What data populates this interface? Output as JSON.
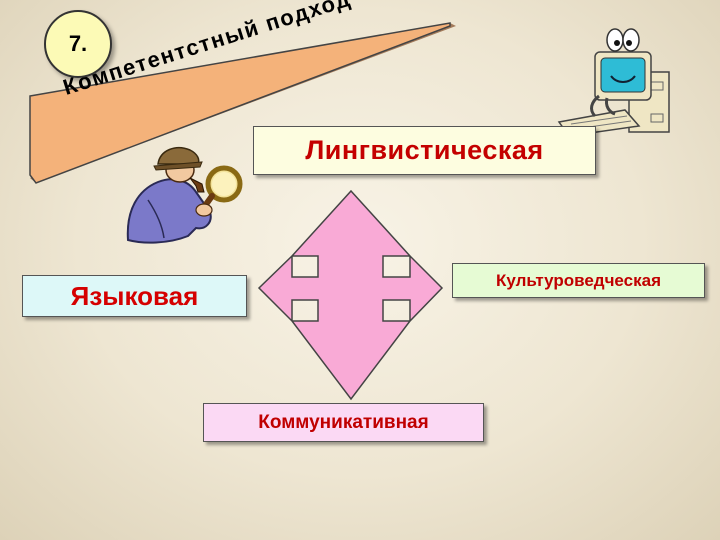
{
  "number_badge": "7.",
  "banner": {
    "text": "Компетентстный подход"
  },
  "boxes": {
    "linguistic": "Лингвистическая",
    "language": "Языковая",
    "cultural": "Культуроведческая",
    "communicative": "Коммуникативная"
  },
  "colors": {
    "banner_fill": "#f4b27a",
    "arrow_fill": "#f9aad6",
    "text_red": "#c40000",
    "box_linguistic_bg": "#fdfde0",
    "box_language_bg": "#ddf8f8",
    "box_cultural_bg": "#e6fbd4",
    "box_communicative_bg": "#fbd9f4"
  },
  "icons": [
    "detective-clipart-icon",
    "computer-mascot-clipart-icon",
    "four-way-arrow-icon"
  ]
}
